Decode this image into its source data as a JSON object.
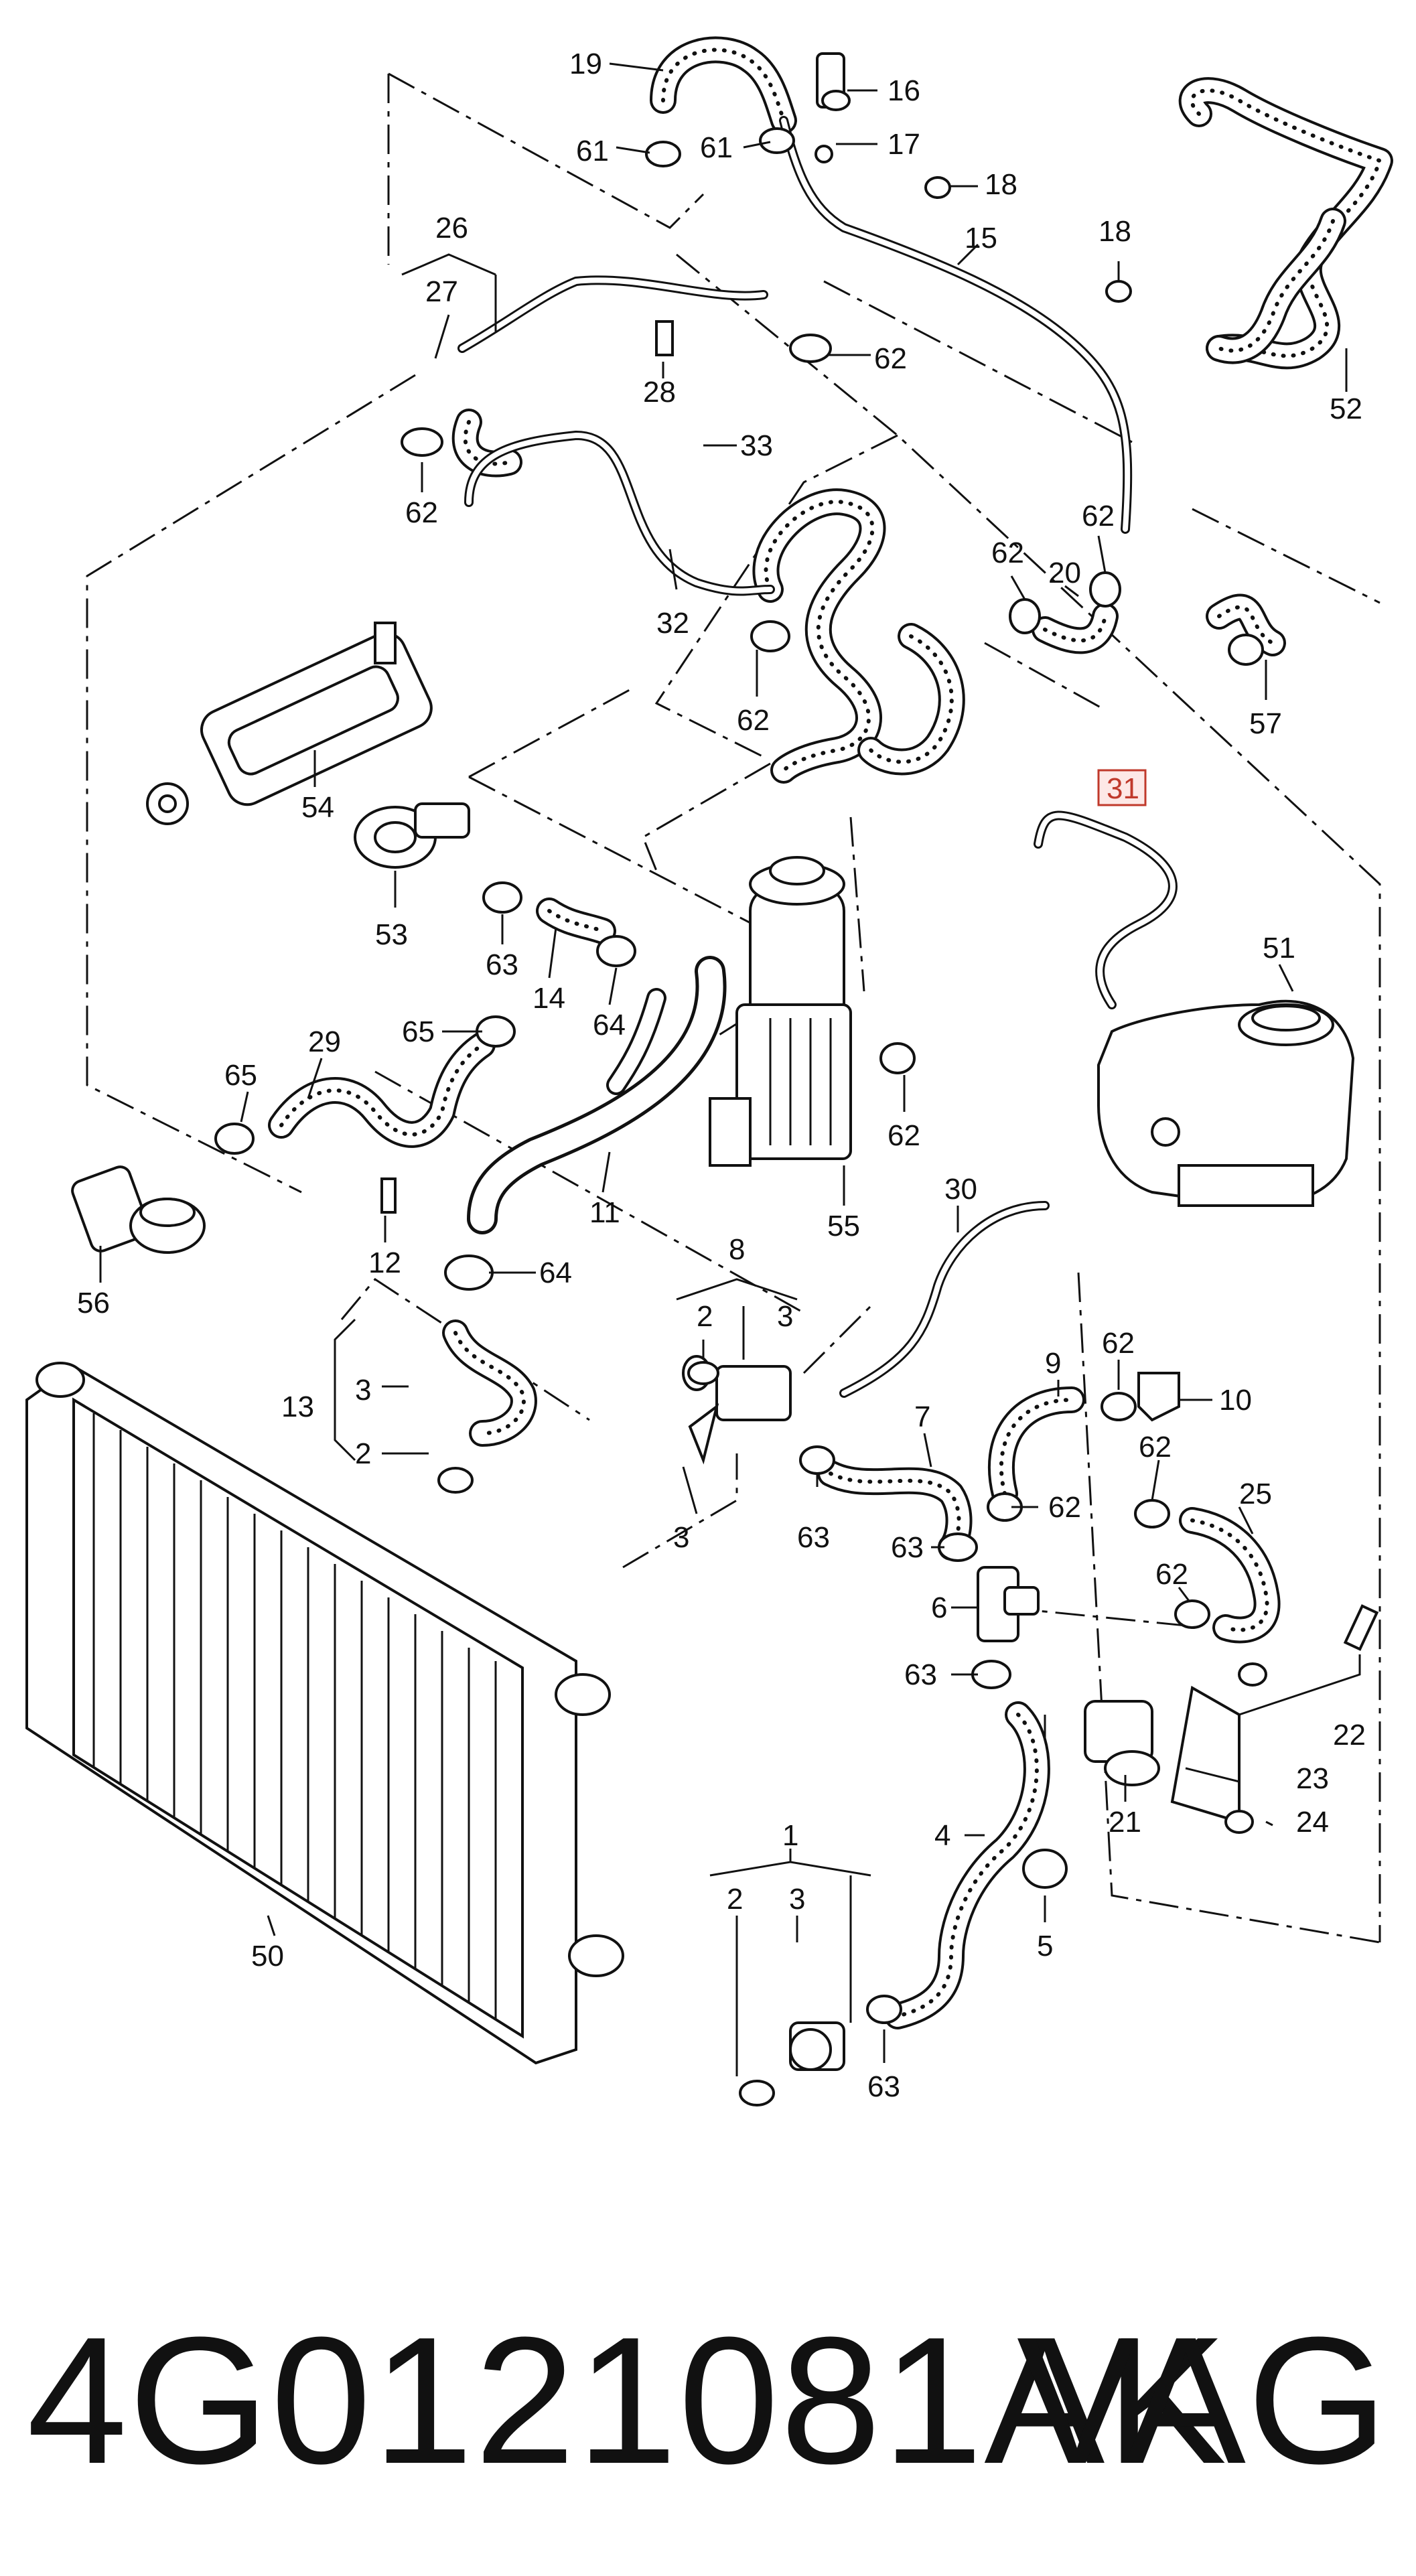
{
  "labels": {
    "l19": "19",
    "l16": "16",
    "l61a": "61",
    "l61b": "61",
    "l17": "17",
    "l18a": "18",
    "l18b": "18",
    "l15": "15",
    "l26": "26",
    "l27": "27",
    "l28": "28",
    "l62a": "62",
    "l52": "52",
    "l33": "33",
    "l62b": "62",
    "l62c": "62",
    "l62d": "62",
    "l20": "20",
    "l32": "32",
    "l62e": "62",
    "l57": "57",
    "l54": "54",
    "l31": "31",
    "l53": "53",
    "l63a": "63",
    "l14": "14",
    "l64a": "64",
    "l51": "51",
    "l65a": "65",
    "l29": "29",
    "l65b": "65",
    "l62f": "62",
    "l11": "11",
    "l55": "55",
    "l12": "12",
    "l30": "30",
    "l56": "56",
    "l64b": "64",
    "l8": "8",
    "l2a": "2",
    "l3a": "3",
    "l9": "9",
    "l62g": "62",
    "l10": "10",
    "l13": "13",
    "l3b": "3",
    "l2b": "2",
    "l3c": "3",
    "l7": "7",
    "l63b": "63",
    "l62h": "62",
    "l62i": "62",
    "l25": "25",
    "l63c": "63",
    "l6": "6",
    "l62j": "62",
    "l63d": "63",
    "l22": "22",
    "l23": "23",
    "l21": "21",
    "l24": "24",
    "l1": "1",
    "l4": "4",
    "l2c": "2",
    "l3d": "3",
    "l5": "5",
    "l50": "50",
    "l63e": "63"
  },
  "caption": {
    "part_number": "4G0121081AK",
    "brand": "VAG"
  }
}
